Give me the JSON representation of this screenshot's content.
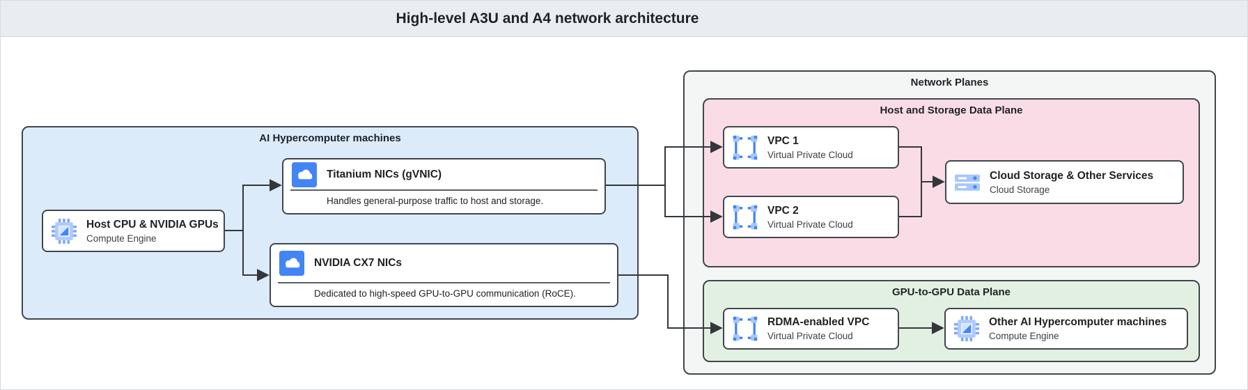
{
  "title": "High-level A3U and A4 network architecture",
  "groups": {
    "ai_machines": {
      "label": "AI Hypercomputer machines"
    },
    "network_planes": {
      "label": "Network Planes"
    },
    "host_storage_plane": {
      "label": "Host and Storage Data Plane"
    },
    "gpu_plane": {
      "label": "GPU-to-GPU Data Plane"
    }
  },
  "nodes": {
    "host_cpu": {
      "title": "Host CPU & NVIDIA GPUs",
      "subtitle": "Compute Engine",
      "icon": "compute-engine-icon"
    },
    "titanium_nic": {
      "title": "Titanium NICs (gVNIC)",
      "description": "Handles general-purpose traffic to host and storage.",
      "icon": "cloud-nic-icon"
    },
    "cx7_nic": {
      "title": "NVIDIA CX7 NICs",
      "description": "Dedicated to high-speed GPU-to-GPU communication (RoCE).",
      "icon": "cloud-nic-icon"
    },
    "vpc1": {
      "title": "VPC 1",
      "subtitle": "Virtual Private Cloud",
      "icon": "vpc-icon"
    },
    "vpc2": {
      "title": "VPC 2",
      "subtitle": "Virtual Private Cloud",
      "icon": "vpc-icon"
    },
    "cloud_storage": {
      "title": "Cloud Storage & Other Services",
      "subtitle": "Cloud Storage",
      "icon": "cloud-storage-icon"
    },
    "rdma_vpc": {
      "title": "RDMA-enabled VPC",
      "subtitle": "Virtual Private Cloud",
      "icon": "vpc-icon"
    },
    "other_machines": {
      "title": "Other AI Hypercomputer machines",
      "subtitle": "Compute Engine",
      "icon": "compute-engine-icon"
    }
  },
  "colors": {
    "accent_blue": "#4285f4",
    "light_blue_icon": "#aecbfa",
    "container_blue": "#dcebfa",
    "container_pink": "#fadce6",
    "container_green": "#e2f0e2",
    "container_gray": "#f4f5f5",
    "titlebar_bg": "#e9edf1",
    "border_dark": "#40464c",
    "wire": "#33373a"
  }
}
